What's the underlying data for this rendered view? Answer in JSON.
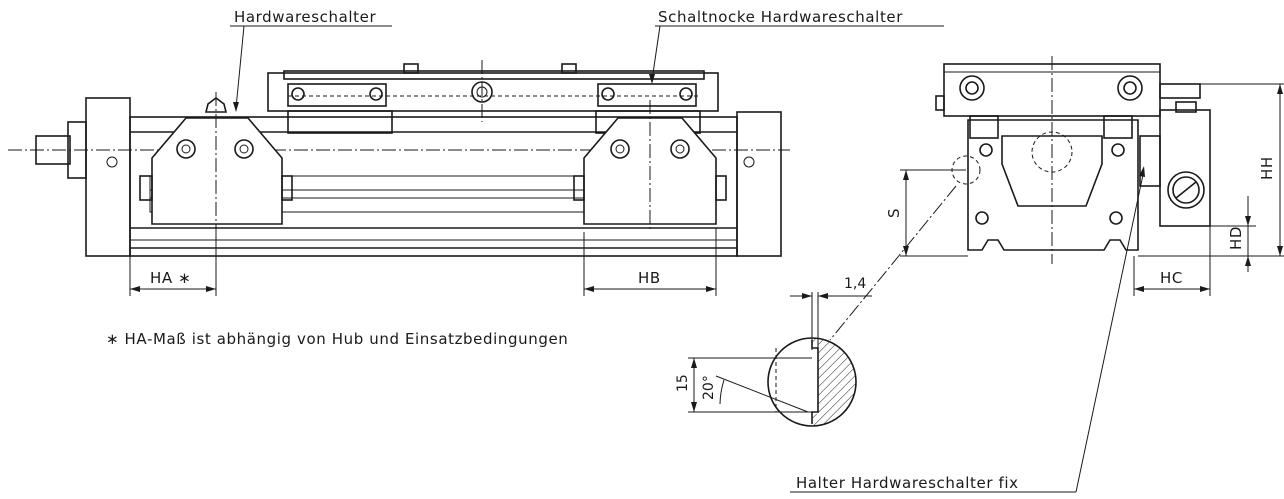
{
  "labels": {
    "hardware_switch": "Hardwareschalter",
    "switch_cam": "Schaltnocke Hardwareschalter",
    "holder_fix": "Halter Hardwareschalter fix",
    "note": "∗ HA-Maß ist abhängig von Hub und Einsatzbedingungen"
  },
  "dimensions": {
    "ha": "HA ∗",
    "hb": "HB",
    "hc": "HC",
    "hd": "HD",
    "hh": "HH",
    "s": "S",
    "gap": "1,4",
    "height": "15",
    "angle": "20°"
  }
}
